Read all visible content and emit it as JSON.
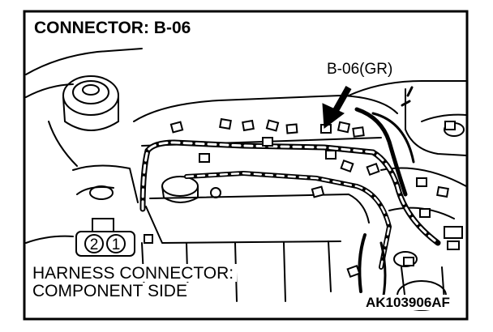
{
  "title": "CONNECTOR: B-06",
  "callout": "B-06(GR)",
  "caption": {
    "line1": "HARNESS CONNECTOR:",
    "line2": "COMPONENT SIDE"
  },
  "figure_id": "AK103906AF",
  "connector": {
    "pins": [
      "2",
      "1"
    ]
  }
}
